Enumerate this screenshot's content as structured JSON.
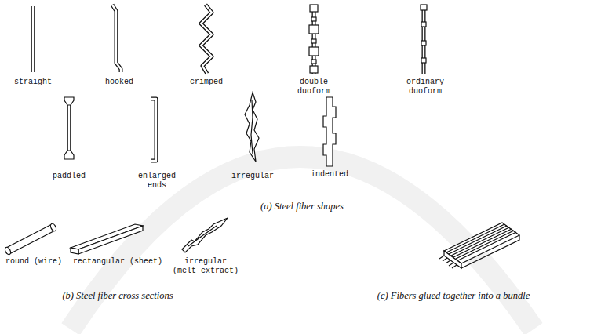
{
  "diagram": {
    "labels": [
      "straight",
      "hooked",
      "crimped",
      "double duoform",
      "ordinary duoform",
      "paddled",
      "enlarged ends",
      "irregular",
      "indented",
      "(a) Steel fiber shapes",
      "round (wire)",
      "rectangular (sheet)",
      "irregular (melt extract)",
      "(b) Steel fiber cross sections",
      "(c) Fibers glued together into a bundle"
    ]
  }
}
